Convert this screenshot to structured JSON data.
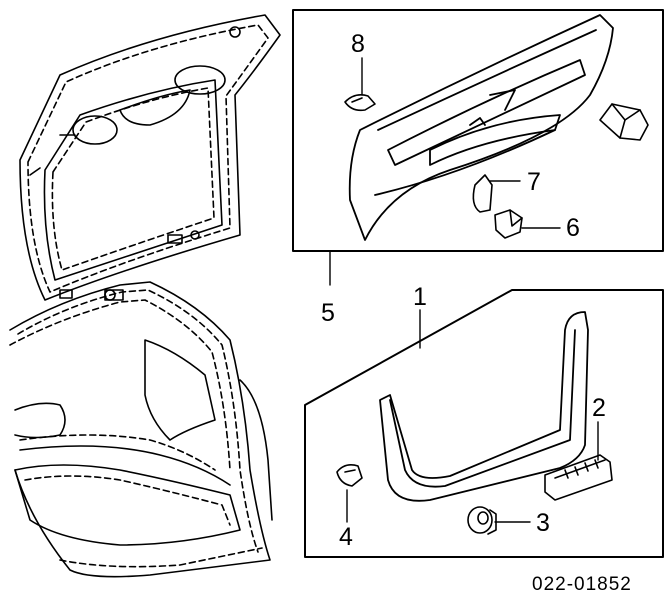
{
  "diagram": {
    "callouts": [
      {
        "id": "1",
        "label": "1"
      },
      {
        "id": "2",
        "label": "2"
      },
      {
        "id": "3",
        "label": "3"
      },
      {
        "id": "4",
        "label": "4"
      },
      {
        "id": "5",
        "label": "5"
      },
      {
        "id": "6",
        "label": "6"
      },
      {
        "id": "7",
        "label": "7"
      },
      {
        "id": "8",
        "label": "8"
      }
    ],
    "diagram_code": "022-01852"
  }
}
